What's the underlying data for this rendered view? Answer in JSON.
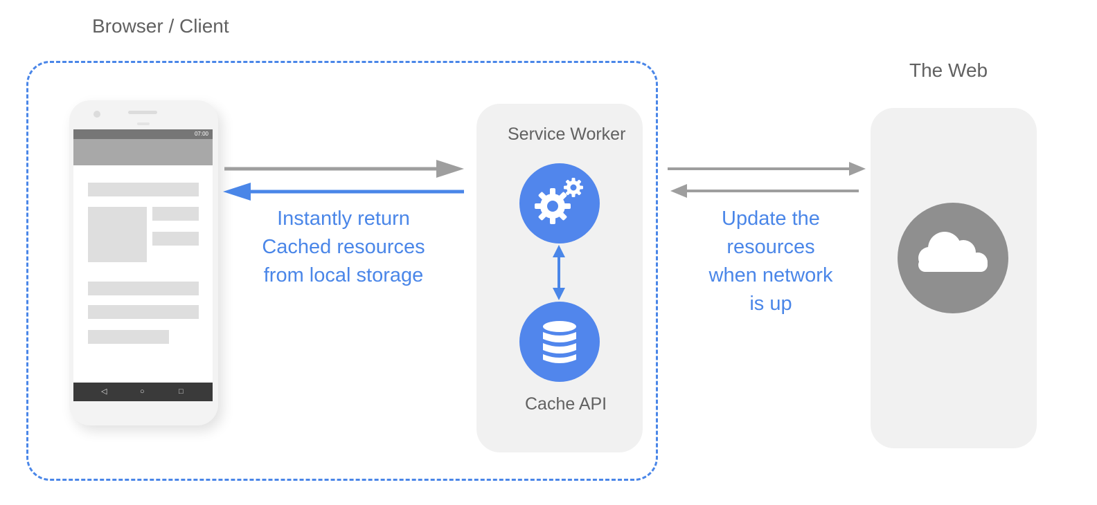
{
  "labels": {
    "browser_client": "Browser / Client",
    "the_web": "The Web",
    "service_worker": "Service Worker",
    "cache_api": "Cache API",
    "instantly_return": "Instantly return\nCached resources\nfrom local storage",
    "update_resources": "Update the\nresources\nwhen network\nis up"
  },
  "phone": {
    "status_time": "07:00",
    "nav_back": "◁",
    "nav_home": "○",
    "nav_recent": "□"
  },
  "icons": {
    "gears": "gears-icon",
    "database": "database-icon",
    "cloud": "cloud-icon"
  },
  "colors": {
    "accent_blue": "#4a86e8",
    "gray_arrow": "#9e9e9e",
    "panel_bg": "#f1f1f1",
    "cloud_circle": "#8f8f8f",
    "icon_blue": "#5186ec"
  }
}
